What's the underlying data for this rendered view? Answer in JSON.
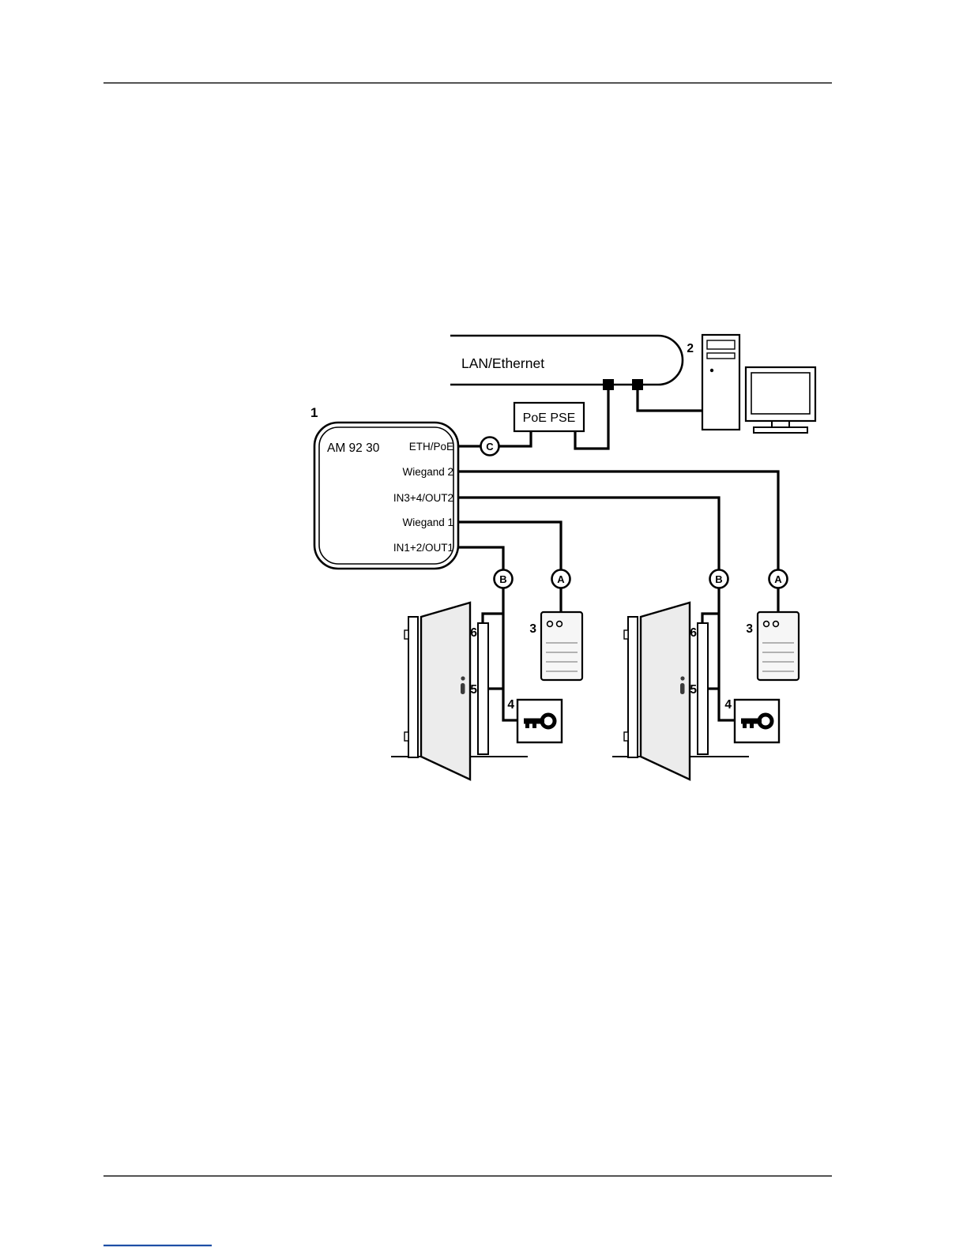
{
  "diagram": {
    "network": {
      "lan_label": "LAN/Ethernet",
      "pse_label": "PoE PSE"
    },
    "controller": {
      "model": "AM 92 30",
      "ports": [
        "ETH/PoE",
        "Wiegand 2",
        "IN3+4/OUT2",
        "Wiegand 1",
        "IN1+2/OUT1"
      ]
    },
    "callouts": {
      "controller": "1",
      "computer": "2",
      "reader": "3",
      "key_switch": "4",
      "door_contact": "5",
      "door_opener": "6"
    },
    "connection_points": {
      "a": "A",
      "b": "B",
      "c": "C"
    },
    "colors": {
      "line": "#000000",
      "door_fill": "#ececec",
      "link_rule": "#1e4fa6"
    }
  }
}
